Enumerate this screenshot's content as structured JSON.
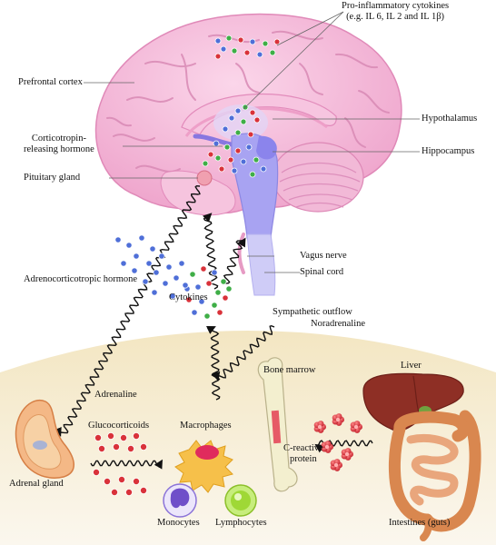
{
  "labels": {
    "pro_inflammatory_1": "Pro-inflammatory cytokines",
    "pro_inflammatory_2": "(e.g. IL 6, IL 2 and IL 1β)",
    "prefrontal_cortex": "Prefrontal cortex",
    "corticotropin_1": "Corticotropin-",
    "corticotropin_2": "releasing hormone",
    "pituitary_gland": "Pituitary gland",
    "hypothalamus": "Hypothalamus",
    "hippocampus": "Hippocampus",
    "vagus_nerve": "Vagus nerve",
    "spinal_cord": "Spinal cord",
    "acth": "Adrenocorticotropic hormone",
    "cytokines": "Cytokines",
    "sympathetic_1": "Sympathetic outflow",
    "sympathetic_2": "Noradrenaline",
    "bone_marrow": "Bone marrow",
    "liver": "Liver",
    "adrenaline": "Adrenaline",
    "glucocorticoids": "Glucocorticoids",
    "macrophages": "Macrophages",
    "c_reactive_1": "C-reactive",
    "c_reactive_2": "protein",
    "adrenal_gland": "Adrenal gland",
    "monocytes": "Monocytes",
    "lymphocytes": "Lymphocytes",
    "intestines": "Intestines (guts)"
  },
  "colors": {
    "brain": "#f4b6d6",
    "brain_fold": "#d97fb0",
    "brainstem": "#9f9cef",
    "spinal_cord": "#c9c6f6",
    "body_band": "#f5ecd3",
    "liver": "#8c2f24",
    "intestine": "#d98c5c",
    "adrenal": "#f1b27d",
    "bone": "#f0ecc6",
    "rbc": "#e2363f",
    "dot_blue": "#4f6fd8",
    "dot_green": "#3fae47",
    "dot_red": "#d9323a",
    "monocyte": "#7d5fd0",
    "lymphocyte": "#98d12d",
    "macrophage": "#f5c43a"
  }
}
